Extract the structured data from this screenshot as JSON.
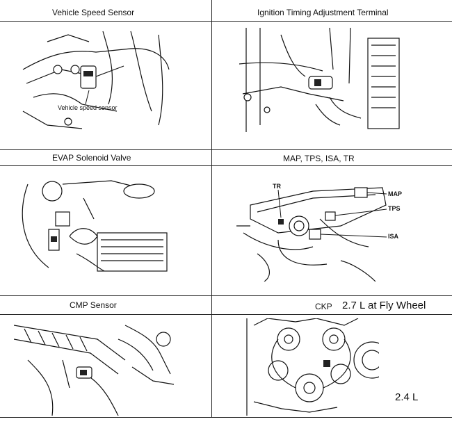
{
  "panels": [
    {
      "title": "Vehicle Speed Sensor",
      "callouts": [
        "Vehicle speed sensor"
      ]
    },
    {
      "title": "Ignition Timing Adjustment Terminal",
      "callouts": []
    },
    {
      "title": "EVAP Solenoid Valve",
      "callouts": []
    },
    {
      "title": "MAP, TPS, ISA, TR",
      "callouts": [
        "TR",
        "MAP",
        "TPS",
        "ISA"
      ]
    },
    {
      "title": "CMP Sensor",
      "callouts": []
    },
    {
      "title": "CKP",
      "subtitle": "2.7 L at Fly Wheel",
      "callouts": [
        "2.4 L"
      ]
    }
  ]
}
